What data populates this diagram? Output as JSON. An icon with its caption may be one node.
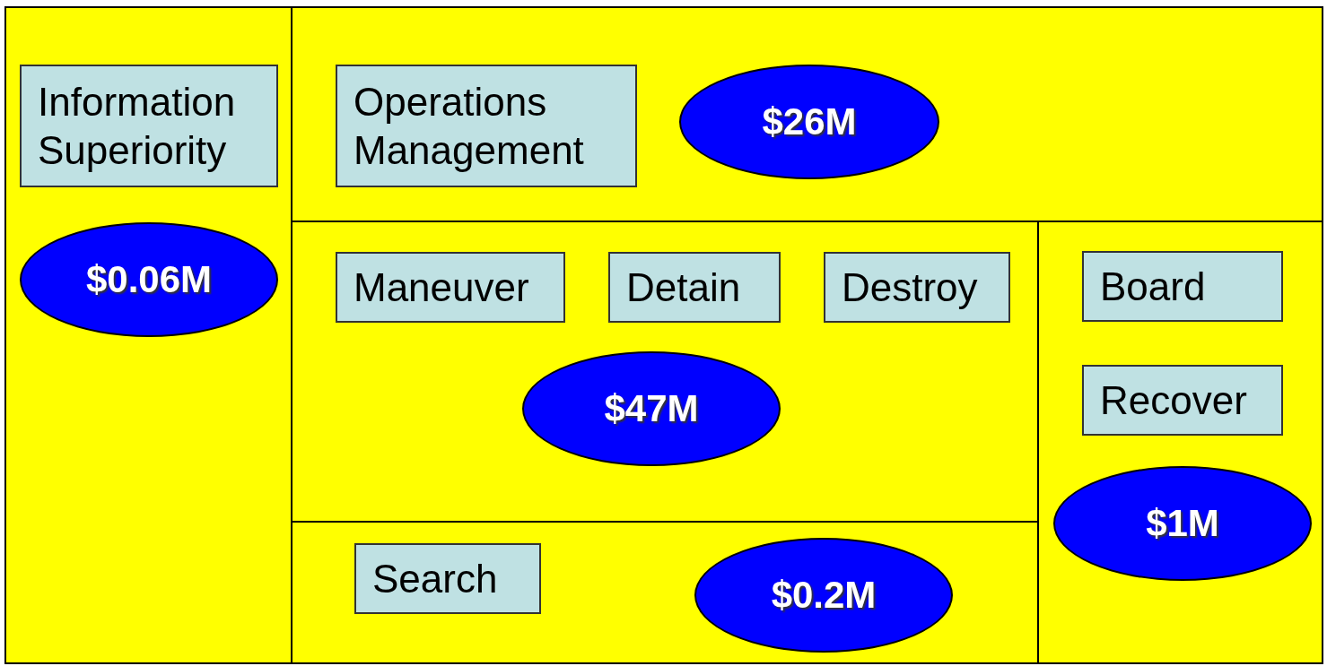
{
  "diagram": {
    "nodes": [
      {
        "text": [],
        "shape": "box"
      },
      {
        "text": [
          "Information Superiority"
        ],
        "in": 0
      },
      {
        "text": [
          "$0.06M"
        ],
        "in": 0
      },
      {
        "text": [],
        "shape": "box"
      },
      {
        "text": [
          "Operations Management"
        ],
        "in": 3
      },
      {
        "text": [
          "$26M"
        ],
        "in": 3
      },
      {
        "text": [],
        "shape": "box"
      },
      {
        "text": [
          "Maneuver"
        ],
        "in": 6
      },
      {
        "text": [
          "Detain"
        ],
        "in": 6
      },
      {
        "text": [
          "Destroy"
        ],
        "in": 6
      },
      {
        "text": [
          "$47M"
        ],
        "in": 6
      },
      {
        "text": [],
        "shape": "box"
      },
      {
        "text": [
          "Board"
        ],
        "in": 11
      },
      {
        "text": [
          "Recover"
        ],
        "in": 11
      },
      {
        "text": [
          "$1M"
        ],
        "in": 11
      },
      {
        "text": [],
        "shape": "box"
      },
      {
        "text": [
          "Search"
        ],
        "in": 15
      },
      {
        "text": [
          "$0.2M"
        ],
        "in": 15
      }
    ]
  }
}
